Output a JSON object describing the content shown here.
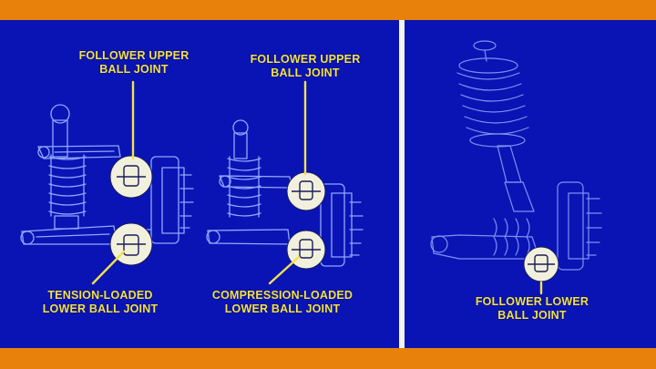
{
  "colors": {
    "border": "#e8810c",
    "background": "#0a14b4",
    "divider": "#f4f4f4",
    "label_text": "#f2e14a",
    "leader_line": "#f2e14a",
    "drawing_line": "#8fa8ff",
    "ball_joint_fill": "#f1f0dc"
  },
  "labels": {
    "tension_upper": {
      "line1": "FOLLOWER UPPER",
      "line2": "BALL JOINT"
    },
    "compression_upper": {
      "line1": "FOLLOWER UPPER",
      "line2": "BALL JOINT"
    },
    "tension_lower": {
      "line1": "TENSION-LOADED",
      "line2": "LOWER BALL JOINT"
    },
    "compression_lower": {
      "line1": "COMPRESSION-LOADED",
      "line2": "LOWER BALL JOINT"
    },
    "strut_lower": {
      "line1": "FOLLOWER LOWER",
      "line2": "BALL JOINT"
    }
  }
}
